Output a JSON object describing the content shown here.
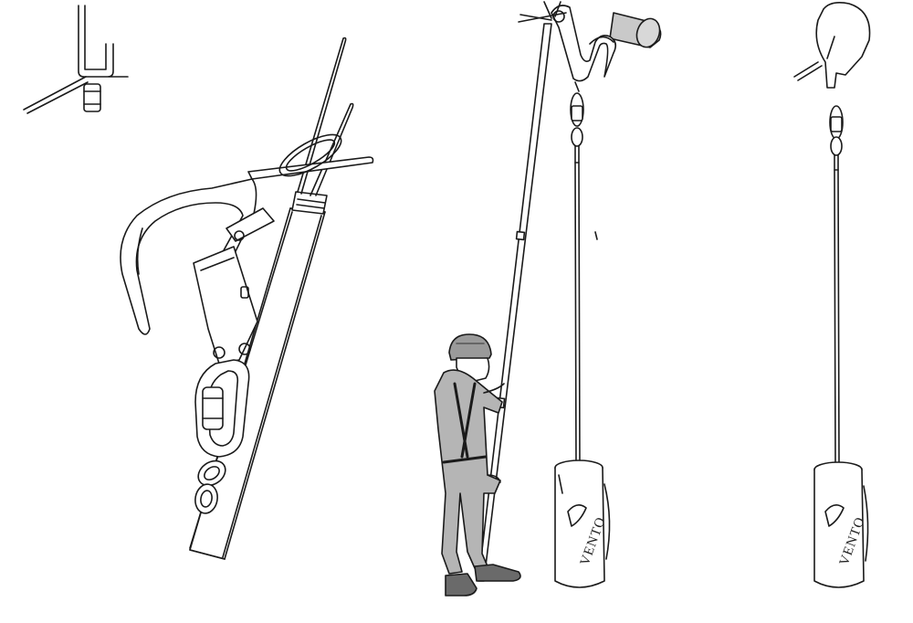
{
  "illustration": {
    "panels": [
      {
        "id": "hook-detail",
        "description_name": "hook-and-rod-detail"
      },
      {
        "id": "installation",
        "description_name": "worker-installing-anchor"
      },
      {
        "id": "installed",
        "description_name": "anchor-installed-on-beam"
      }
    ],
    "bag_brand": "VENTO",
    "colors": {
      "line": "#1a1a1a",
      "beam_fill": "#c9c9c9",
      "suit_fill": "#b5b5b5",
      "helmet_fill": "#9a9a9a",
      "boot_fill": "#6a6a6a",
      "bag_fill": "#ffffff"
    }
  }
}
